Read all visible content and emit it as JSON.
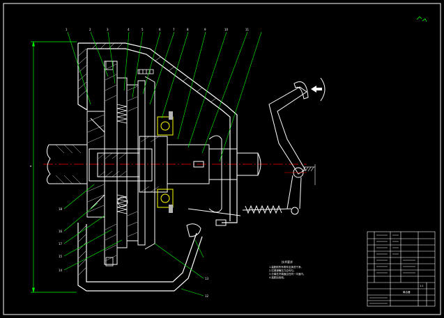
{
  "drawing": {
    "colors": {
      "background": "#000000",
      "outline": "#ffffff",
      "leader": "#00ff00",
      "center": "#ff0000",
      "hatch": "#ffffff",
      "bearing": "#ffff00",
      "fill_grey": "#b4b4b4"
    },
    "part_numbers_top": [
      "1",
      "2",
      "3",
      "4",
      "5",
      "6",
      "7",
      "8",
      "9",
      "10",
      "11"
    ],
    "part_numbers_left": [
      "18",
      "16",
      "17",
      "15",
      "14"
    ],
    "part_numbers_right": [
      "13",
      "12"
    ],
    "dimension_label": "φ",
    "arrow_icon": "arrow-left-icon"
  },
  "notes": {
    "title": "技术要求",
    "lines": [
      "1.装配前所有零件应清洗干净。",
      "2.压紧弹簧压力应均匀。",
      "3.分离杠杆端面应在同一平面内。",
      "4.装配后检验。"
    ]
  },
  "title_block": {
    "name": "离合器",
    "scale": "1:1"
  }
}
